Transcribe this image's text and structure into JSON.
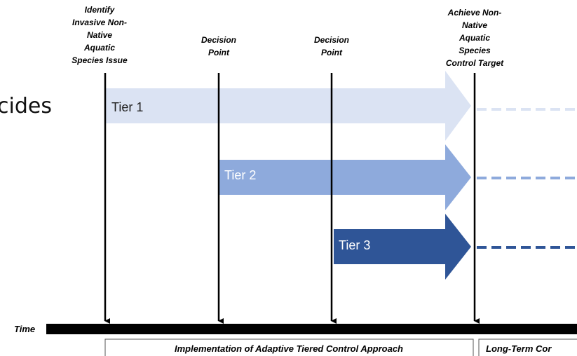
{
  "background_text": "cides",
  "milestones": [
    {
      "id": "identify",
      "lines": [
        "Identify",
        "Invasive Non-",
        "Native",
        "Aquatic",
        "Species Issue"
      ]
    },
    {
      "id": "decision-1",
      "lines": [
        "Decision",
        "Point"
      ]
    },
    {
      "id": "decision-2",
      "lines": [
        "Decision",
        "Point"
      ]
    },
    {
      "id": "achieve",
      "lines": [
        "Achieve Non-",
        "Native",
        "Aquatic",
        "Species",
        "Control Target"
      ]
    }
  ],
  "tiers": [
    {
      "label": "Tier 1",
      "color": "#dbe3f3",
      "text_color": "#222222"
    },
    {
      "label": "Tier 2",
      "color": "#8eaadc",
      "text_color": "#ffffff"
    },
    {
      "label": "Tier 3",
      "color": "#2f5597",
      "text_color": "#ffffff"
    }
  ],
  "time_label": "Time",
  "phases": [
    {
      "label": "Implementation of Adaptive Tiered Control Approach"
    },
    {
      "label": "Long-Term Cor"
    }
  ]
}
